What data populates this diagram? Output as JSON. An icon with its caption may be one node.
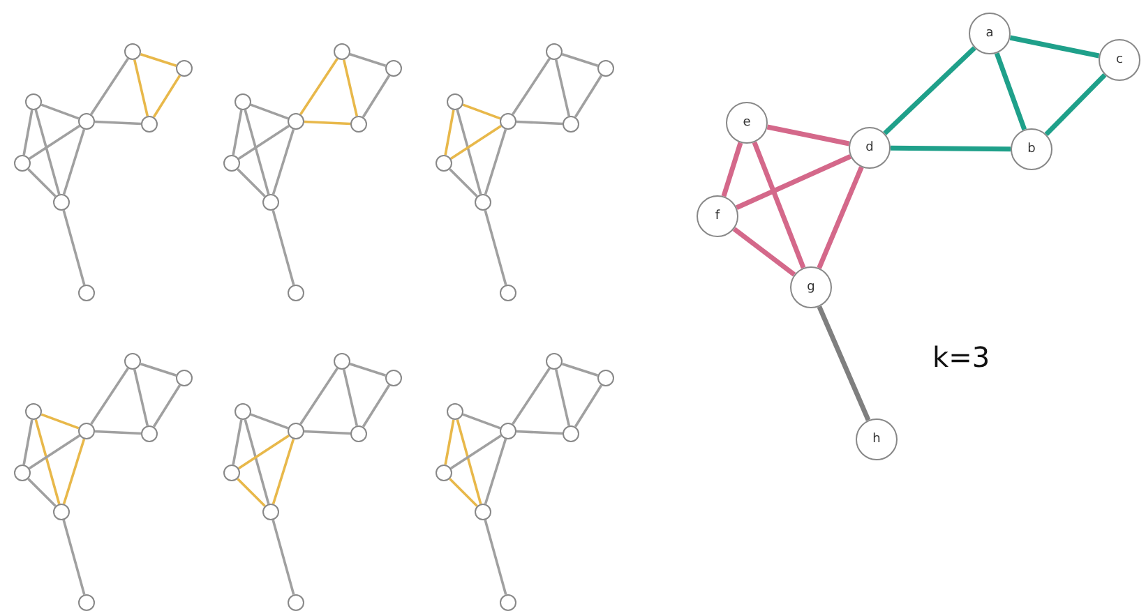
{
  "diagram": {
    "nodes": [
      {
        "text": [],
        "shape": "circle"
      },
      {
        "text": [],
        "shape": "circle"
      },
      {
        "text": [],
        "shape": "circle"
      },
      {
        "text": [],
        "shape": "circle"
      },
      {
        "text": [],
        "shape": "circle"
      },
      {
        "text": [],
        "shape": "circle"
      },
      {
        "text": [],
        "shape": "circle"
      },
      {
        "text": [],
        "shape": "circle"
      },
      {
        "text": [],
        "shape": "circle"
      },
      {
        "text": [],
        "shape": "circle"
      },
      {
        "text": [],
        "shape": "circle"
      },
      {
        "text": [],
        "shape": "circle"
      },
      {
        "text": [],
        "shape": "circle"
      },
      {
        "text": [],
        "shape": "circle"
      },
      {
        "text": [],
        "shape": "circle"
      },
      {
        "text": [],
        "shape": "circle"
      },
      {
        "text": [],
        "shape": "circle"
      },
      {
        "text": [],
        "shape": "circle"
      },
      {
        "text": [],
        "shape": "circle"
      },
      {
        "text": [],
        "shape": "circle"
      },
      {
        "text": [],
        "shape": "circle"
      },
      {
        "text": [],
        "shape": "circle"
      },
      {
        "text": [],
        "shape": "circle"
      },
      {
        "text": [],
        "shape": "circle"
      },
      {
        "text": [],
        "shape": "circle"
      },
      {
        "text": [],
        "shape": "circle"
      },
      {
        "text": [],
        "shape": "circle"
      },
      {
        "text": [],
        "shape": "circle"
      },
      {
        "text": [],
        "shape": "circle"
      },
      {
        "text": [],
        "shape": "circle"
      },
      {
        "text": [],
        "shape": "circle"
      },
      {
        "text": [],
        "shape": "circle"
      },
      {
        "text": [],
        "shape": "circle"
      },
      {
        "text": [],
        "shape": "circle"
      },
      {
        "text": [],
        "shape": "circle"
      },
      {
        "text": [],
        "shape": "circle"
      },
      {
        "text": [],
        "shape": "circle"
      },
      {
        "text": [],
        "shape": "circle"
      },
      {
        "text": [],
        "shape": "circle"
      },
      {
        "text": [],
        "shape": "circle"
      },
      {
        "text": [],
        "shape": "circle"
      },
      {
        "text": [],
        "shape": "circle"
      },
      {
        "text": [],
        "shape": "circle"
      },
      {
        "text": [],
        "shape": "circle"
      },
      {
        "text": [],
        "shape": "circle"
      },
      {
        "text": [],
        "shape": "circle"
      },
      {
        "text": [],
        "shape": "circle"
      },
      {
        "text": [],
        "shape": "circle"
      },
      {
        "text": [
          "a"
        ]
      },
      {
        "text": [
          "c"
        ]
      },
      {
        "text": [
          "e"
        ]
      },
      {
        "text": [
          "d"
        ]
      },
      {
        "text": [
          "b"
        ]
      },
      {
        "text": [
          "f"
        ]
      },
      {
        "text": [
          "g"
        ]
      },
      {
        "text": [
          "h"
        ]
      }
    ],
    "edges": [
      {
        "from": 0,
        "to": 1,
        "arrow": "none",
        "color": "#e8b84a"
      },
      {
        "from": 0,
        "to": 4,
        "arrow": "none",
        "color": "#e8b84a"
      },
      {
        "from": 1,
        "to": 4,
        "arrow": "none",
        "color": "#e8b84a"
      },
      {
        "from": 0,
        "to": 3,
        "arrow": "none"
      },
      {
        "from": 3,
        "to": 4,
        "arrow": "none"
      },
      {
        "from": 2,
        "to": 3,
        "arrow": "none"
      },
      {
        "from": 2,
        "to": 5,
        "arrow": "none"
      },
      {
        "from": 2,
        "to": 6,
        "arrow": "none"
      },
      {
        "from": 5,
        "to": 3,
        "arrow": "none"
      },
      {
        "from": 5,
        "to": 6,
        "arrow": "none"
      },
      {
        "from": 3,
        "to": 6,
        "arrow": "none"
      },
      {
        "from": 6,
        "to": 7,
        "arrow": "none"
      },
      {
        "from": 8,
        "to": 9,
        "arrow": "none"
      },
      {
        "from": 8,
        "to": 12,
        "arrow": "none",
        "color": "#e8b84a"
      },
      {
        "from": 9,
        "to": 12,
        "arrow": "none"
      },
      {
        "from": 8,
        "to": 11,
        "arrow": "none",
        "color": "#e8b84a"
      },
      {
        "from": 11,
        "to": 12,
        "arrow": "none",
        "color": "#e8b84a"
      },
      {
        "from": 10,
        "to": 11,
        "arrow": "none"
      },
      {
        "from": 10,
        "to": 13,
        "arrow": "none"
      },
      {
        "from": 10,
        "to": 14,
        "arrow": "none"
      },
      {
        "from": 13,
        "to": 11,
        "arrow": "none"
      },
      {
        "from": 13,
        "to": 14,
        "arrow": "none"
      },
      {
        "from": 11,
        "to": 14,
        "arrow": "none"
      },
      {
        "from": 14,
        "to": 15,
        "arrow": "none"
      },
      {
        "from": 16,
        "to": 17,
        "arrow": "none"
      },
      {
        "from": 16,
        "to": 20,
        "arrow": "none"
      },
      {
        "from": 17,
        "to": 20,
        "arrow": "none"
      },
      {
        "from": 16,
        "to": 19,
        "arrow": "none"
      },
      {
        "from": 19,
        "to": 20,
        "arrow": "none"
      },
      {
        "from": 18,
        "to": 19,
        "arrow": "none",
        "color": "#e8b84a"
      },
      {
        "from": 18,
        "to": 21,
        "arrow": "none",
        "color": "#e8b84a"
      },
      {
        "from": 18,
        "to": 22,
        "arrow": "none"
      },
      {
        "from": 21,
        "to": 19,
        "arrow": "none",
        "color": "#e8b84a"
      },
      {
        "from": 21,
        "to": 22,
        "arrow": "none"
      },
      {
        "from": 19,
        "to": 22,
        "arrow": "none"
      },
      {
        "from": 22,
        "to": 23,
        "arrow": "none"
      },
      {
        "from": 24,
        "to": 25,
        "arrow": "none"
      },
      {
        "from": 24,
        "to": 28,
        "arrow": "none"
      },
      {
        "from": 25,
        "to": 28,
        "arrow": "none"
      },
      {
        "from": 24,
        "to": 27,
        "arrow": "none"
      },
      {
        "from": 27,
        "to": 28,
        "arrow": "none"
      },
      {
        "from": 26,
        "to": 27,
        "arrow": "none",
        "color": "#e8b84a"
      },
      {
        "from": 26,
        "to": 29,
        "arrow": "none"
      },
      {
        "from": 26,
        "to": 30,
        "arrow": "none",
        "color": "#e8b84a"
      },
      {
        "from": 29,
        "to": 27,
        "arrow": "none"
      },
      {
        "from": 29,
        "to": 30,
        "arrow": "none"
      },
      {
        "from": 27,
        "to": 30,
        "arrow": "none",
        "color": "#e8b84a"
      },
      {
        "from": 30,
        "to": 31,
        "arrow": "none"
      },
      {
        "from": 32,
        "to": 33,
        "arrow": "none"
      },
      {
        "from": 32,
        "to": 36,
        "arrow": "none"
      },
      {
        "from": 33,
        "to": 36,
        "arrow": "none"
      },
      {
        "from": 32,
        "to": 35,
        "arrow": "none"
      },
      {
        "from": 35,
        "to": 36,
        "arrow": "none"
      },
      {
        "from": 34,
        "to": 35,
        "arrow": "none"
      },
      {
        "from": 34,
        "to": 37,
        "arrow": "none"
      },
      {
        "from": 34,
        "to": 38,
        "arrow": "none"
      },
      {
        "from": 37,
        "to": 35,
        "arrow": "none",
        "color": "#e8b84a"
      },
      {
        "from": 37,
        "to": 38,
        "arrow": "none",
        "color": "#e8b84a"
      },
      {
        "from": 35,
        "to": 38,
        "arrow": "none",
        "color": "#e8b84a"
      },
      {
        "from": 38,
        "to": 39,
        "arrow": "none"
      },
      {
        "from": 40,
        "to": 41,
        "arrow": "none"
      },
      {
        "from": 40,
        "to": 44,
        "arrow": "none"
      },
      {
        "from": 41,
        "to": 44,
        "arrow": "none"
      },
      {
        "from": 40,
        "to": 43,
        "arrow": "none"
      },
      {
        "from": 43,
        "to": 44,
        "arrow": "none"
      },
      {
        "from": 42,
        "to": 43,
        "arrow": "none"
      },
      {
        "from": 42,
        "to": 45,
        "arrow": "none",
        "color": "#e8b84a"
      },
      {
        "from": 42,
        "to": 46,
        "arrow": "none",
        "color": "#e8b84a"
      },
      {
        "from": 45,
        "to": 43,
        "arrow": "none"
      },
      {
        "from": 45,
        "to": 46,
        "arrow": "none",
        "color": "#e8b84a"
      },
      {
        "from": 43,
        "to": 46,
        "arrow": "none"
      },
      {
        "from": 46,
        "to": 47,
        "arrow": "none"
      },
      {
        "from": 48,
        "to": 49,
        "arrow": "none",
        "style": "thick",
        "color": "#1fa08a"
      },
      {
        "from": 48,
        "to": 52,
        "arrow": "none",
        "style": "thick",
        "color": "#1fa08a"
      },
      {
        "from": 49,
        "to": 52,
        "arrow": "none",
        "style": "thick",
        "color": "#1fa08a"
      },
      {
        "from": 48,
        "to": 51,
        "arrow": "none",
        "style": "thick",
        "color": "#1fa08a"
      },
      {
        "from": 51,
        "to": 52,
        "arrow": "none",
        "style": "thick",
        "color": "#1fa08a"
      },
      {
        "from": 50,
        "to": 51,
        "arrow": "none",
        "style": "thick",
        "color": "#d4688a"
      },
      {
        "from": 50,
        "to": 53,
        "arrow": "none",
        "style": "thick",
        "color": "#d4688a"
      },
      {
        "from": 50,
        "to": 54,
        "arrow": "none",
        "style": "thick",
        "color": "#d4688a"
      },
      {
        "from": 53,
        "to": 51,
        "arrow": "none",
        "style": "thick",
        "color": "#d4688a"
      },
      {
        "from": 53,
        "to": 54,
        "arrow": "none",
        "style": "thick",
        "color": "#d4688a"
      },
      {
        "from": 51,
        "to": 54,
        "arrow": "none",
        "style": "thick",
        "color": "#d4688a"
      },
      {
        "from": 54,
        "to": 55,
        "arrow": "none",
        "style": "thick",
        "color": "#7f7f7f"
      }
    ],
    "labels": [
      "k=3"
    ]
  }
}
